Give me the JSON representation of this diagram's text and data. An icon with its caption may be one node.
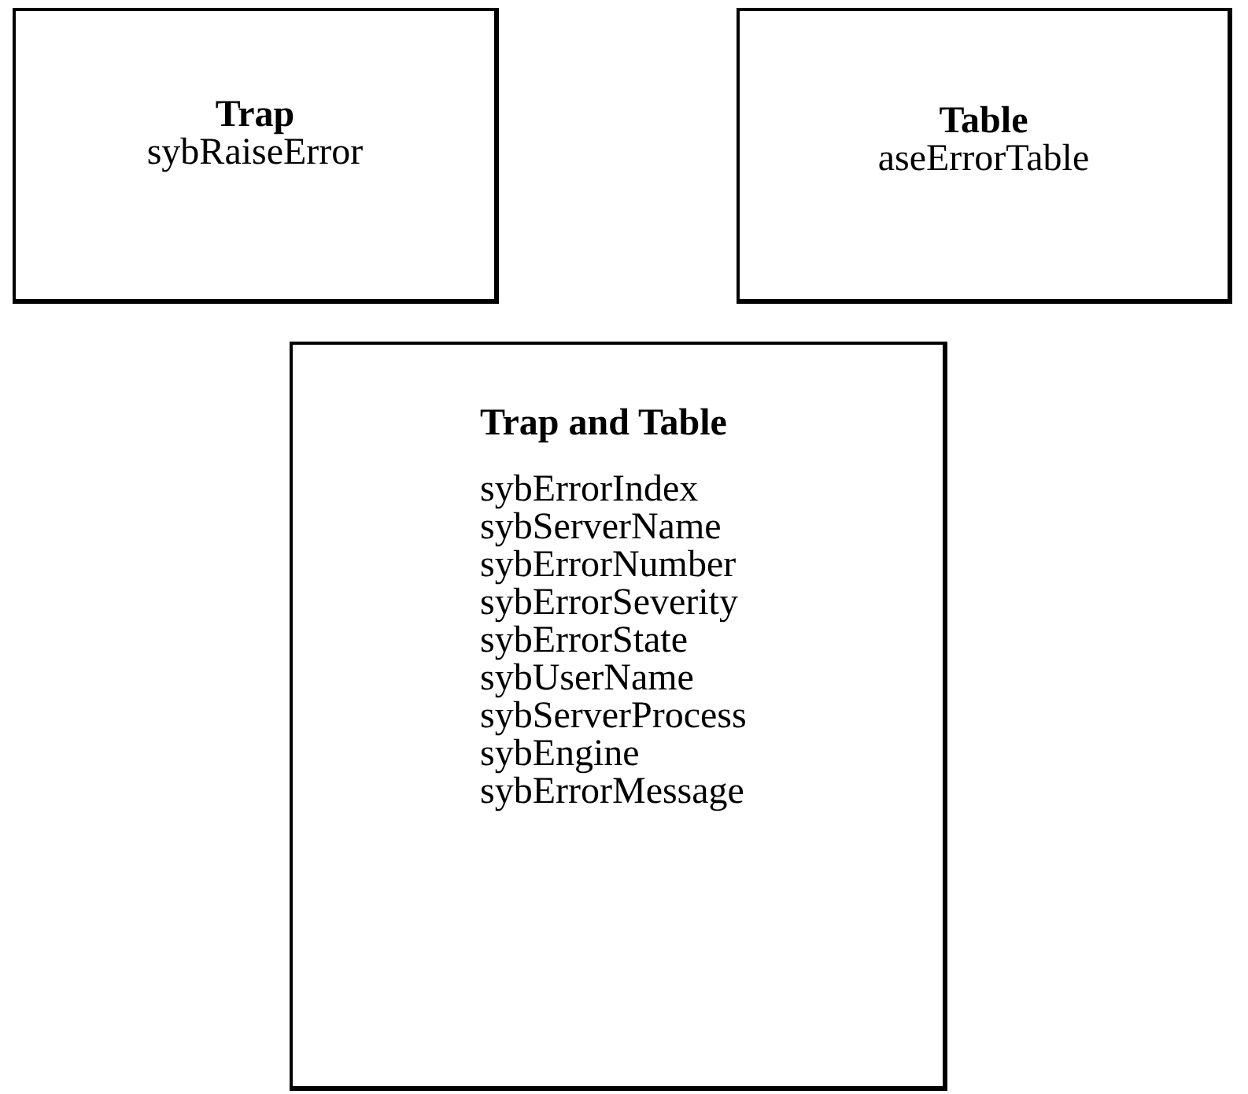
{
  "diagram": {
    "nodes": [
      {
        "text": [
          "Trap",
          "sybRaiseError"
        ]
      },
      {
        "text": [
          "Table",
          "aseErrorTable"
        ]
      },
      {
        "text": [
          "Trap and Table",
          "sybErrorIndex",
          "sybServerName",
          "sybErrorNumber",
          "sybErrorSeverity",
          "sybErrorState",
          "sybUserName",
          "sybServerProcess",
          "sybEngine",
          "sybErrorMessage"
        ]
      }
    ]
  }
}
